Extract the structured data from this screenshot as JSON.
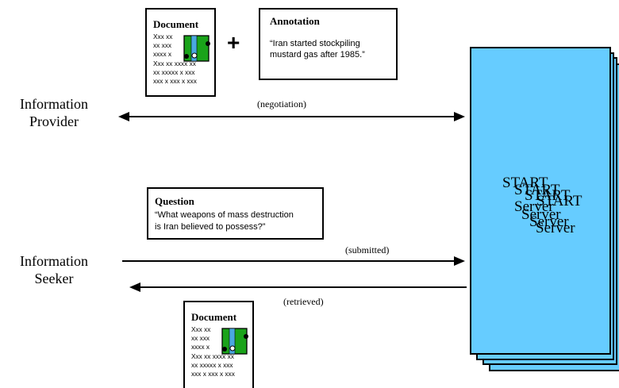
{
  "document_card": {
    "title": "Document",
    "lines_top": [
      "Xxx xx",
      "xx xxx",
      "xxxx x"
    ],
    "lines_bottom": [
      "Xxx xx xxxx xx",
      "xx xxxxx x xxx",
      "xxx x xxx x xxx"
    ]
  },
  "plus_sign": "+",
  "annotation": {
    "title": "Annotation",
    "lines": [
      "“Iran started stockpiling",
      "mustard gas after 1985.”"
    ]
  },
  "provider": {
    "lines": [
      "Information",
      "Provider"
    ]
  },
  "seeker": {
    "lines": [
      "Information",
      "Seeker"
    ]
  },
  "arrows": {
    "negotiation": "(negotiation)",
    "submitted": "(submitted)",
    "retrieved": "(retrieved)"
  },
  "question": {
    "title": "Question",
    "lines": [
      "“What weapons of mass destruction",
      "is Iran believed to possess?”"
    ]
  },
  "server": {
    "word1": "START",
    "word2": "Server"
  },
  "colors": {
    "server_fill": "#66ccff",
    "image_green": "#1aa31a",
    "image_blue": "#4aa8e0",
    "stroke": "#000000"
  }
}
